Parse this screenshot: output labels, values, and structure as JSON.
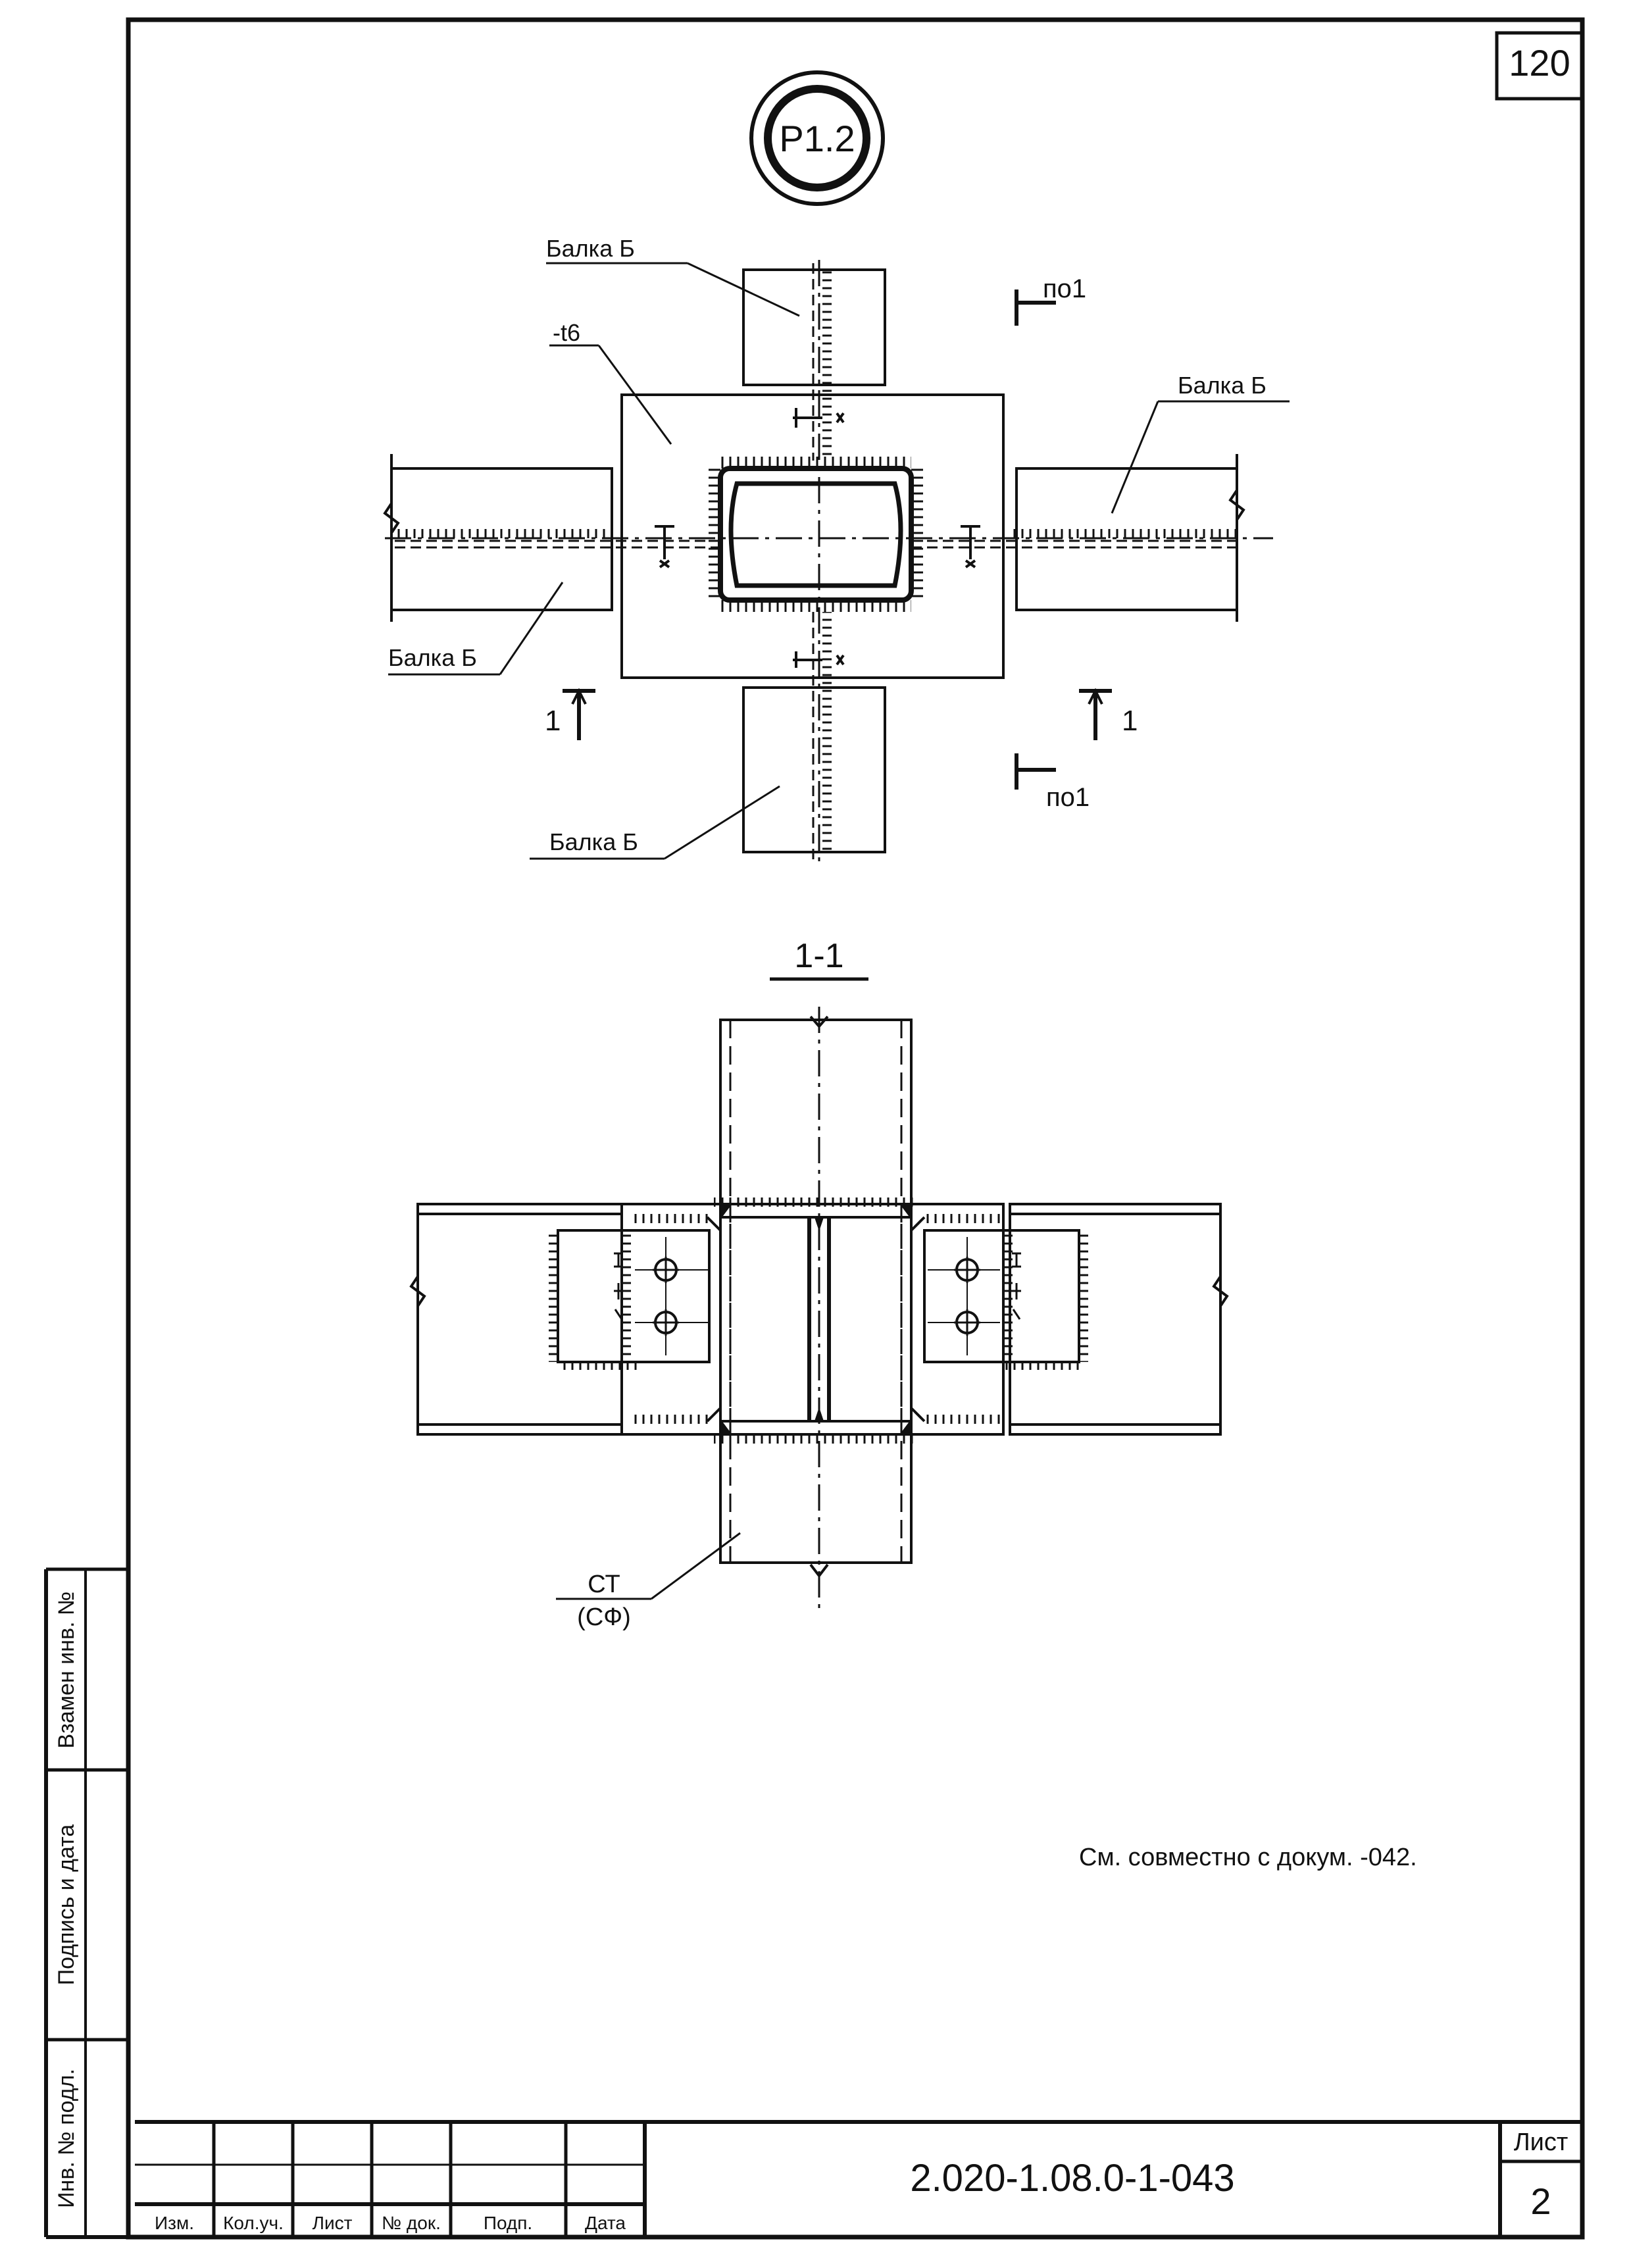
{
  "sheet": {
    "page_number": "120",
    "node_mark": "Р1.2",
    "section_title": "1-1",
    "note": "См. совместно с докум. -042.",
    "document_code": "2.020-1.08.0-1-043",
    "sheet_label": "Лист",
    "sheet_value": "2"
  },
  "plan": {
    "beam_top": "Балка Б",
    "beam_right": "Балка Б",
    "beam_left": "Балка Б",
    "beam_bottom": "Балка Б",
    "plate_mark": "-t6",
    "section_mark_left": "1",
    "section_mark_right": "1",
    "view_mark_top": "по1",
    "view_mark_bottom": "по1"
  },
  "section": {
    "column_mark_main": "СТ",
    "column_mark_alt": "(СФ)"
  },
  "side_stamp": {
    "cell_replace": "Взамен инв. №",
    "cell_signature": "Подпись и дата",
    "cell_inventory": "Инв. № подл."
  },
  "title_block": {
    "headers": [
      "Изм.",
      "Кол.уч.",
      "Лист",
      "№ док.",
      "Подп.",
      "Дата"
    ]
  }
}
